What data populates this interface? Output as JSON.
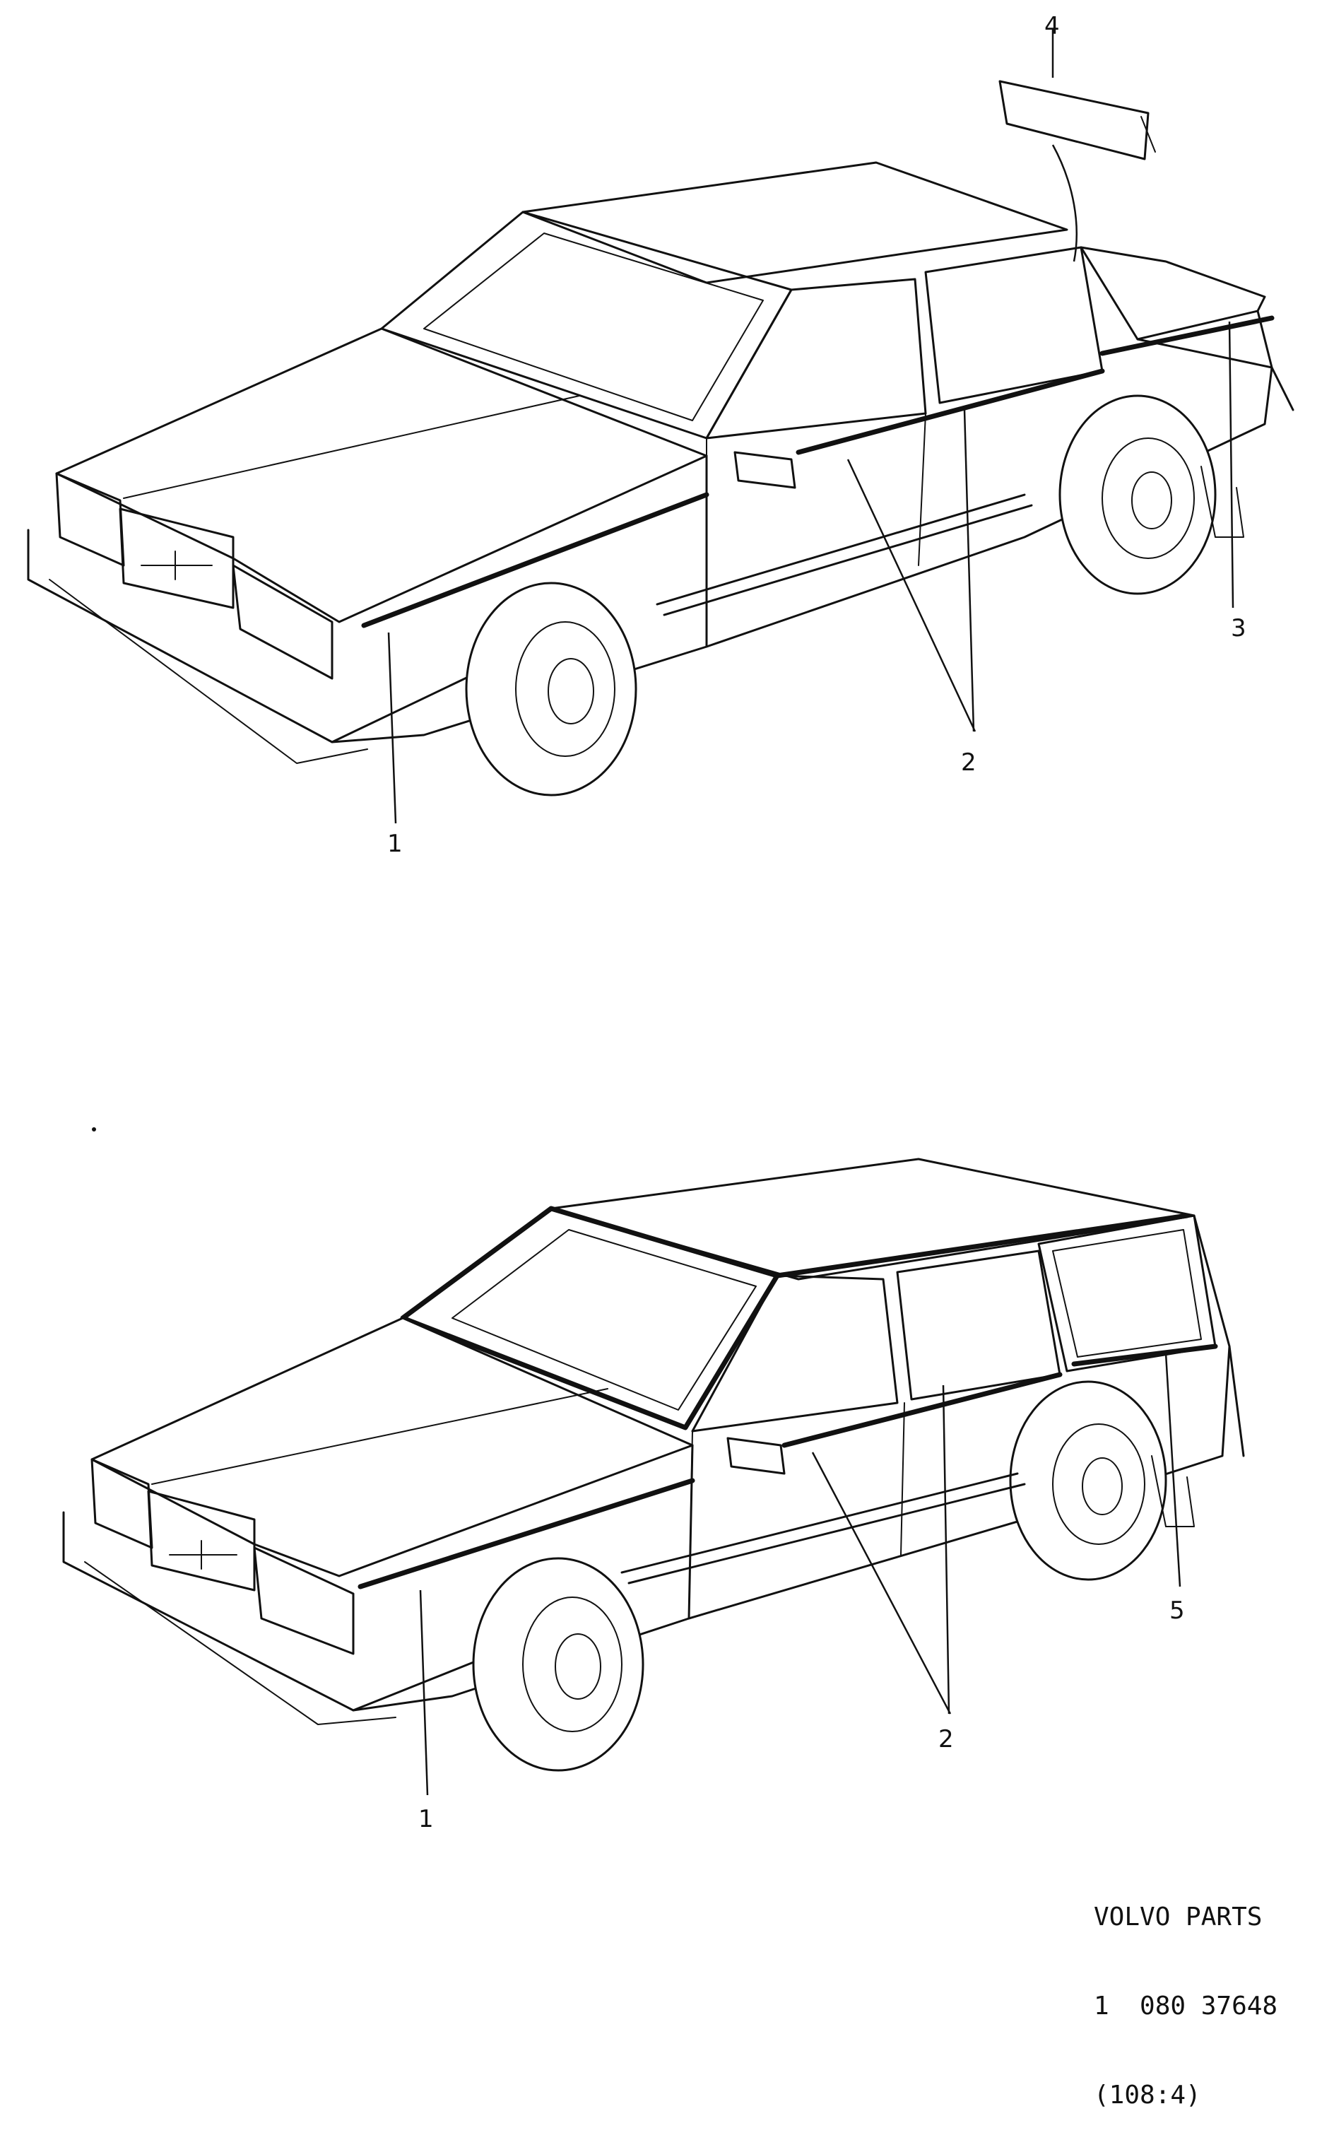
{
  "diagram": {
    "sedan_callouts": [
      "1",
      "2",
      "3",
      "4"
    ],
    "estate_callouts": [
      "1",
      "2",
      "5"
    ]
  },
  "footer": {
    "line1": "VOLVO PARTS",
    "line2": "1  080 37648",
    "line3": "(108:4)"
  },
  "colors": {
    "ink": "#111111",
    "paper": "#ffffff"
  }
}
